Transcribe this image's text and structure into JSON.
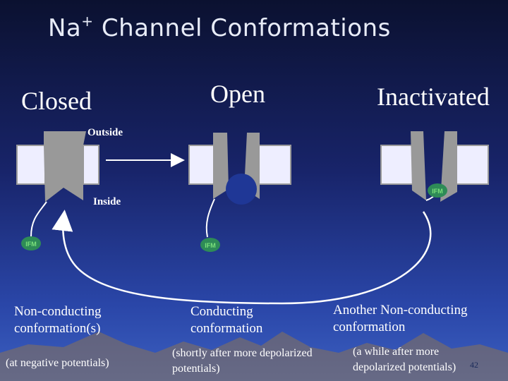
{
  "title": {
    "main": "Na",
    "superscript": "+",
    "rest": " Channel Conformations"
  },
  "states": {
    "closed": "Closed",
    "open": "Open",
    "inactivated": "Inactivated"
  },
  "labels": {
    "outside": "Outside",
    "inside": "Inside"
  },
  "gate_labels": {
    "closed": "IFM",
    "open": "IFM",
    "inactivated": "IFM"
  },
  "descriptions": {
    "closed": "Non-conducting conformation(s)",
    "open": "Conducting conformation",
    "inactivated": "Another Non-conducting conformation"
  },
  "notes": {
    "closed": "(at negative potentials)",
    "open": "(shortly after more depolarized potentials)",
    "inactivated": "(a while after more depolarized potentials)"
  },
  "page_number": "42",
  "colors": {
    "membrane": "#eeeeff",
    "channel": "#999999",
    "gate": "#1f3796",
    "ifm_particle": "#2e8b57",
    "arrow": "#ffffff"
  }
}
